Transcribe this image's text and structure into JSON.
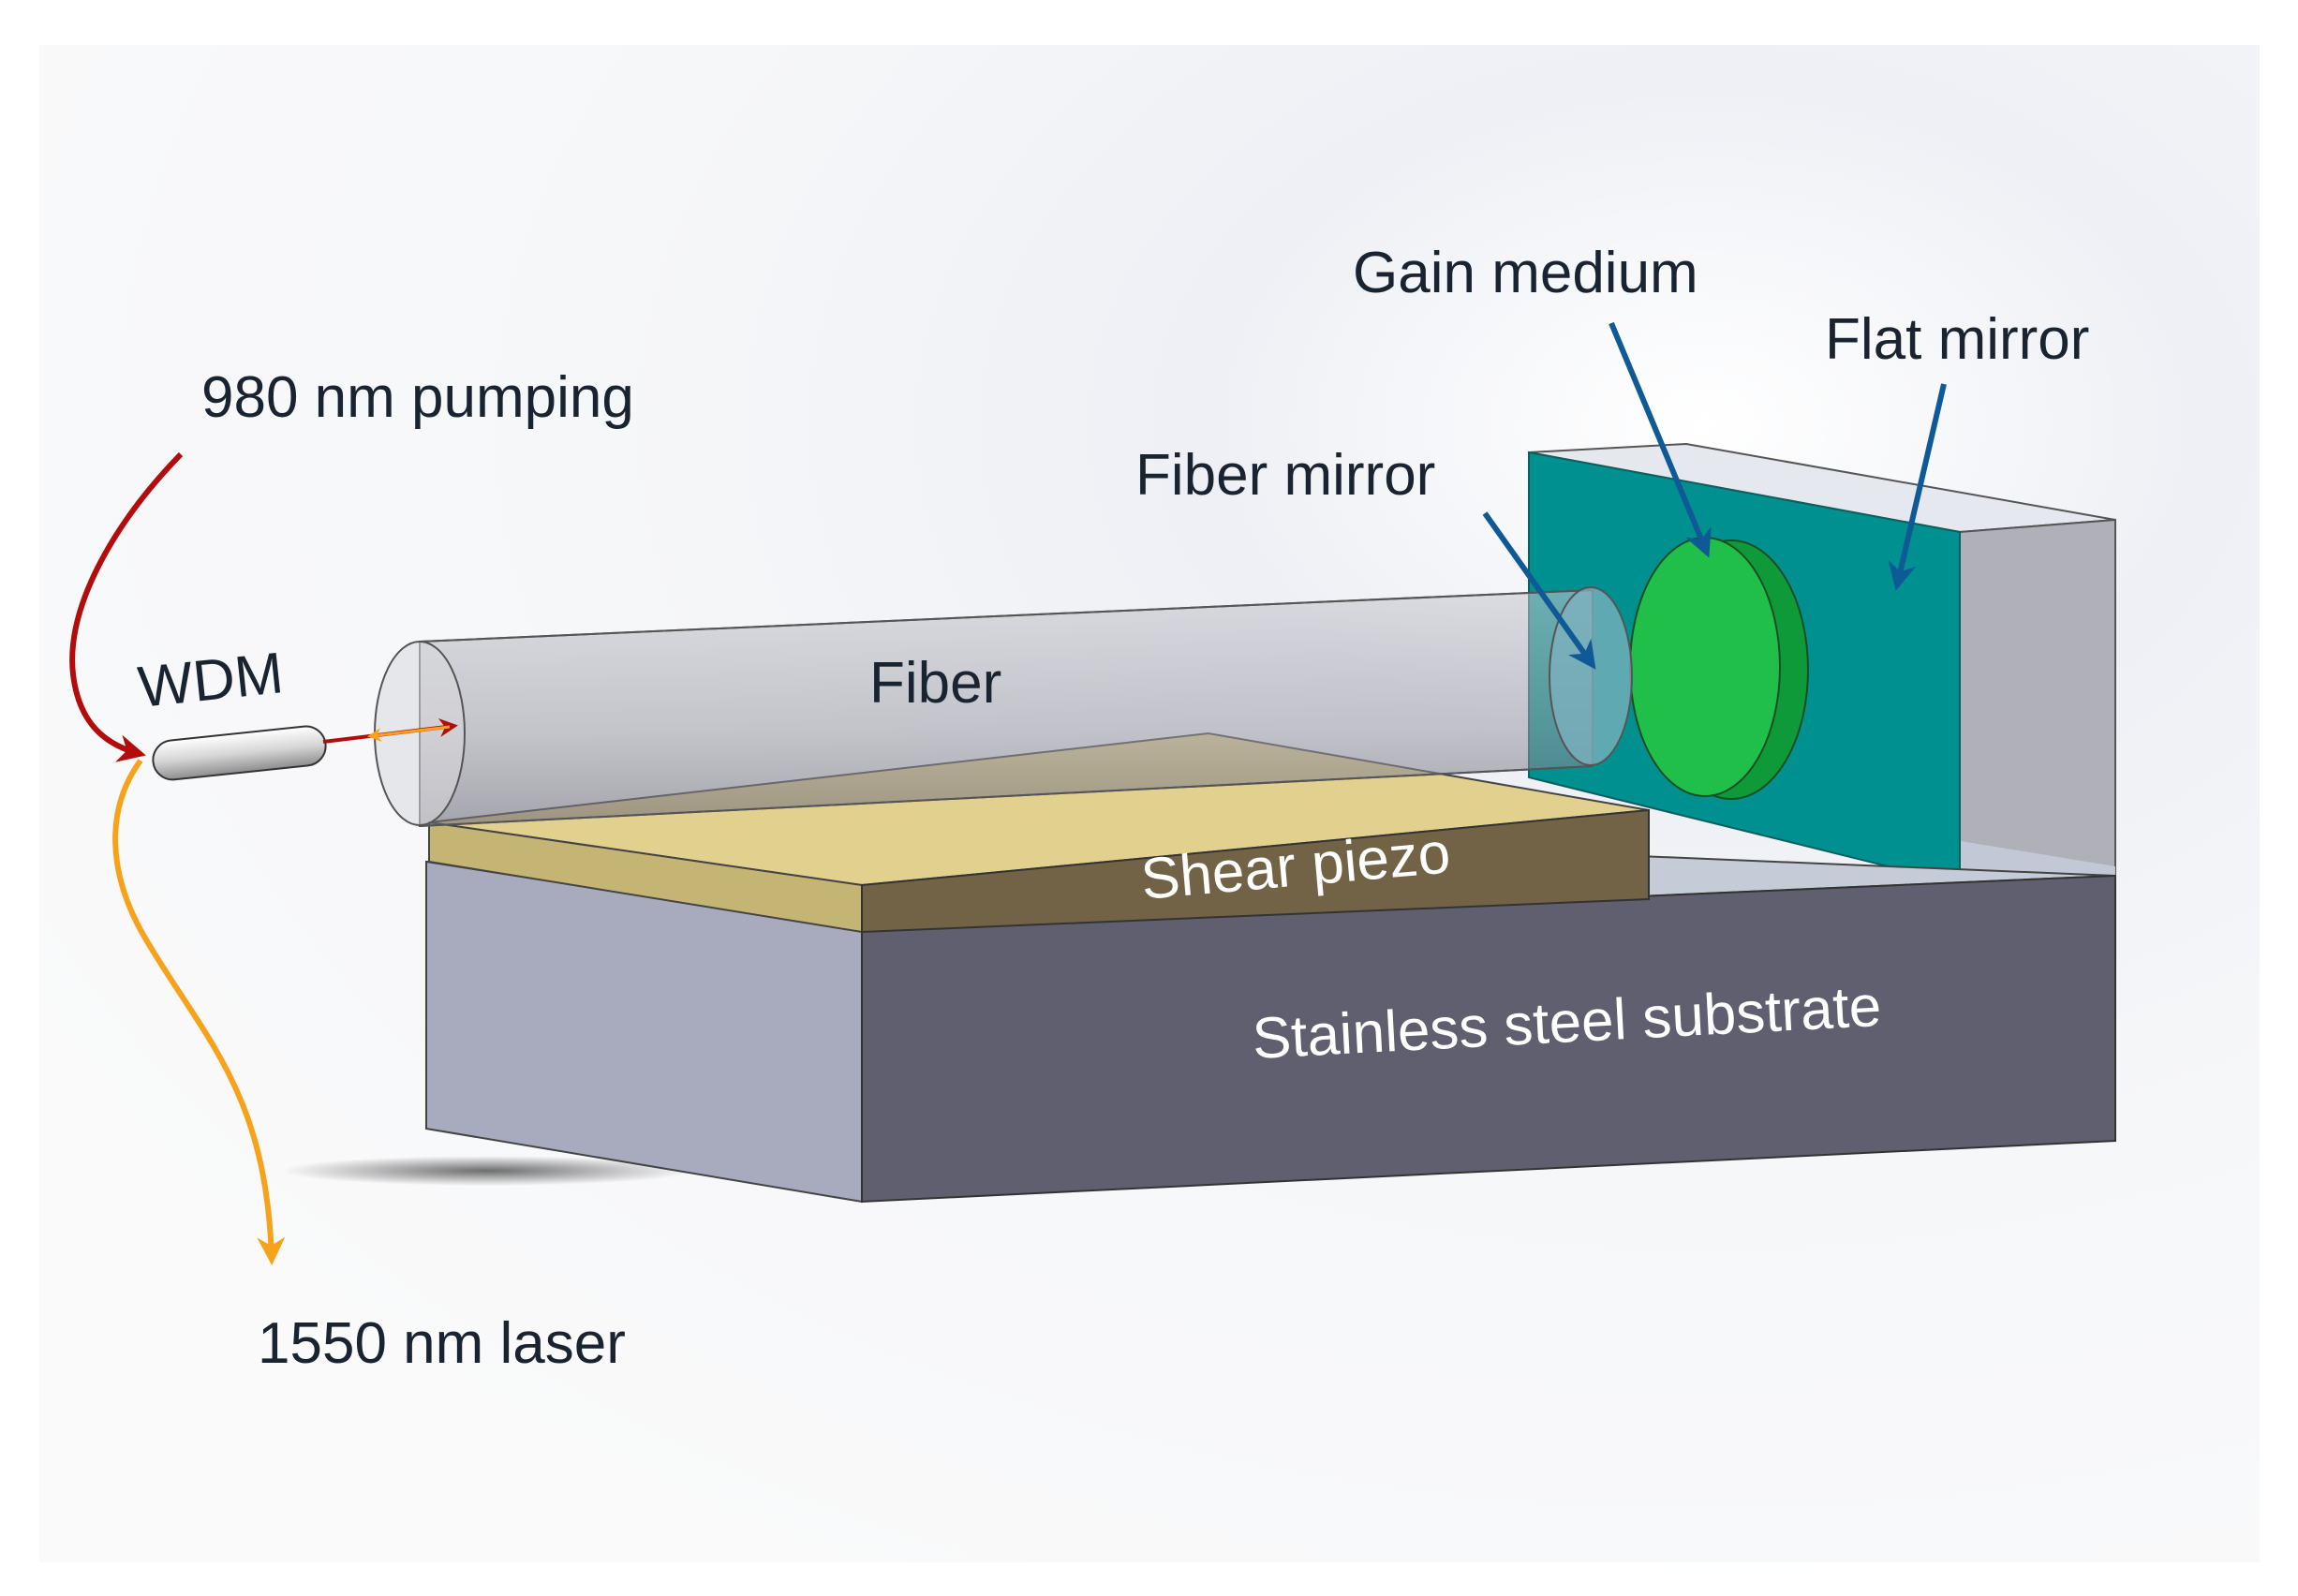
{
  "labels": {
    "pump": "980 nm pumping",
    "wdm": "WDM",
    "laser": "1550 nm laser",
    "fiber": "Fiber",
    "fiber_mirror": "Fiber mirror",
    "gain_medium": "Gain medium",
    "flat_mirror": "Flat mirror",
    "shear_piezo": "Shear piezo",
    "substrate": "Stainless steel substrate"
  },
  "colors": {
    "pump_arrow": "#b30c0c",
    "laser_arrow": "#f7a21b",
    "pointer_arrow": "#0f5a96",
    "label_text": "#1a2430",
    "flat_mirror": "#00908f",
    "gain_medium": "#1fbf4a",
    "piezo_top": "#e2d18e",
    "piezo_front": "#736346",
    "substrate_front": "#5f5f6f",
    "substrate_side": "#a8abbd"
  }
}
